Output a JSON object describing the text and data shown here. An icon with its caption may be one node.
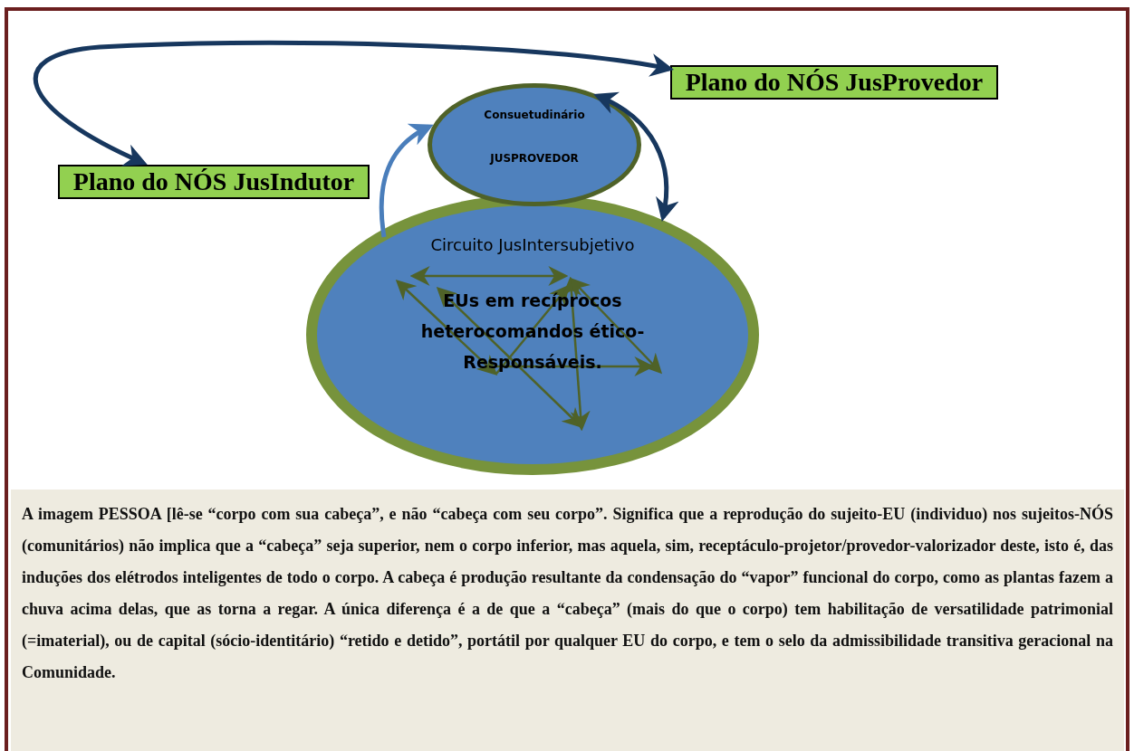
{
  "diagram": {
    "caption": "A imagem PESSOA [lê-se “corpo com sua cabeça”, e não “cabeça com seu corpo”. Significa que a reprodução do sujeito-EU (individuo) nos sujeitos-NÓS (comunitários) não implica que a “cabeça” seja superior, nem o corpo inferior, mas aquela, sim, receptáculo-projetor/provedor-valorizador deste, isto é, das induções dos elétrodos inteligentes de todo o corpo. A cabeça é produção resultante da condensação do “vapor” funcional do corpo, como as plantas fazem a chuva acima delas, que as torna a regar. A única diferença é a de que a “cabeça” (mais do que o corpo) tem habilitação de versatilidade patrimonial (=imaterial), ou de capital (sócio-identitário) “retido e detido”, portátil por qualquer EU do corpo, e tem o selo da admissibilidade transitiva geracional na Comunidade.",
    "nodes": [
      {
        "text": [
          "Plano do NÓS JusProvedor"
        ]
      },
      {
        "text": [
          "Plano do NÓS JusIndutor"
        ]
      },
      {
        "text": [
          "Consuetudinário",
          "JUSPROVEDOR"
        ]
      },
      {
        "text": [
          "Circuito JusIntersubjetivo",
          "EUs em recíprocos heterocomandos ético-Responsáveis."
        ]
      }
    ],
    "edges": [
      {
        "from": 1,
        "to": 0,
        "arrow": "both"
      },
      {
        "from": 3,
        "to": 2,
        "arrow": "to",
        "color": "#4a7ebb"
      },
      {
        "from": 2,
        "to": 3,
        "arrow": "both"
      }
    ]
  }
}
